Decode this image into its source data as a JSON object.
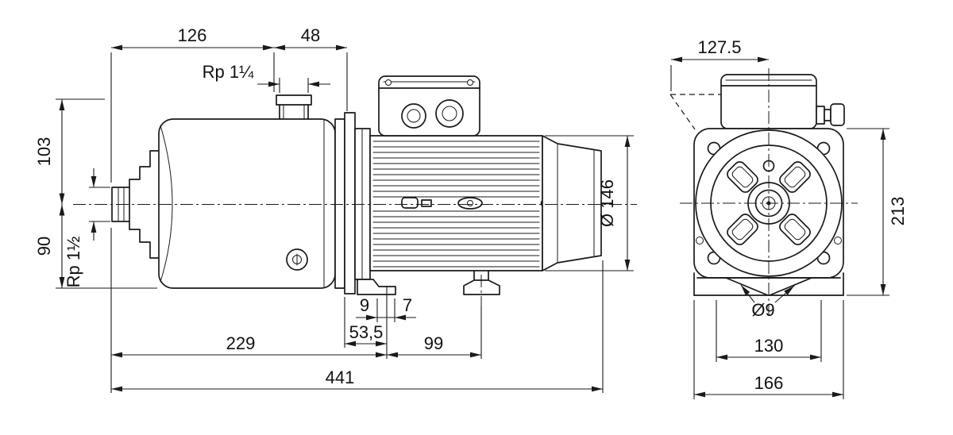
{
  "page": {
    "background": "#ffffff",
    "line_color": "#1a1a1a"
  },
  "drawing": {
    "side_view": {
      "dim_126": "126",
      "dim_48": "48",
      "port_top": "Rp 1¼",
      "dim_103": "103",
      "dim_90": "90",
      "port_suction": "Rp 1½",
      "dim_9": "9",
      "dim_7": "7",
      "dim_53_5": "53,5",
      "dim_229": "229",
      "dim_99": "99",
      "dim_441": "441",
      "dim_motor_dia": "Ø 146"
    },
    "end_view": {
      "dim_127_5": "127.5",
      "dim_213": "213",
      "dim_hole_dia": "Ø9",
      "dim_130": "130",
      "dim_166": "166"
    }
  }
}
